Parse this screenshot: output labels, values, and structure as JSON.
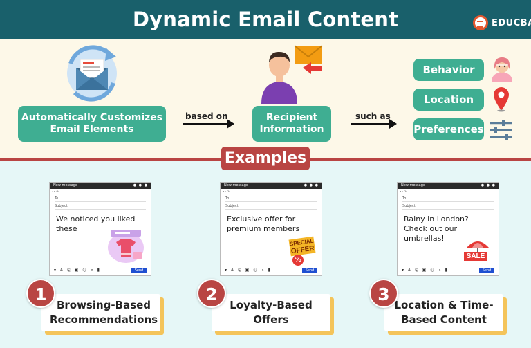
{
  "header": {
    "title": "Dynamic Email Content",
    "logo_text": "EDUCBA"
  },
  "flow": {
    "main_pill": "Automatically Customizes\nEmail Elements",
    "arrow1_label": "based on",
    "recipient_pill": "Recipient\nInformation",
    "arrow2_label": "such as",
    "attributes": [
      {
        "label": "Behavior",
        "icon": "person-icon"
      },
      {
        "label": "Location",
        "icon": "location-pin-icon"
      },
      {
        "label": "Preferences",
        "icon": "sliders-icon"
      }
    ]
  },
  "examples_label": "Examples",
  "email_window": {
    "title": "New message",
    "to_label": "To",
    "subject_label": "Subject",
    "send_label": "Send"
  },
  "examples": [
    {
      "number": "1",
      "body": "We noticed you liked\nthese",
      "label": "Browsing-Based\nRecommendations",
      "icon": "shirt-product-icon"
    },
    {
      "number": "2",
      "body": "Exclusive offer for\npremium members",
      "label": "Loyalty-Based\nOffers",
      "icon": "special-offer-badge-icon",
      "badge_line1": "SPECIAL",
      "badge_line2": "OFFER"
    },
    {
      "number": "3",
      "body": "Rainy in London?\nCheck out our umbrellas!",
      "label": "Location & Time-\nBased Content",
      "icon": "umbrella-sale-icon",
      "badge": "SALE"
    }
  ],
  "colors": {
    "header_bg": "#19606b",
    "pill_green": "#3fae92",
    "accent_red": "#b94543",
    "card_shadow": "#f4c45a",
    "top_bg": "#fdf8e8",
    "bottom_bg": "#e6f7f7"
  }
}
